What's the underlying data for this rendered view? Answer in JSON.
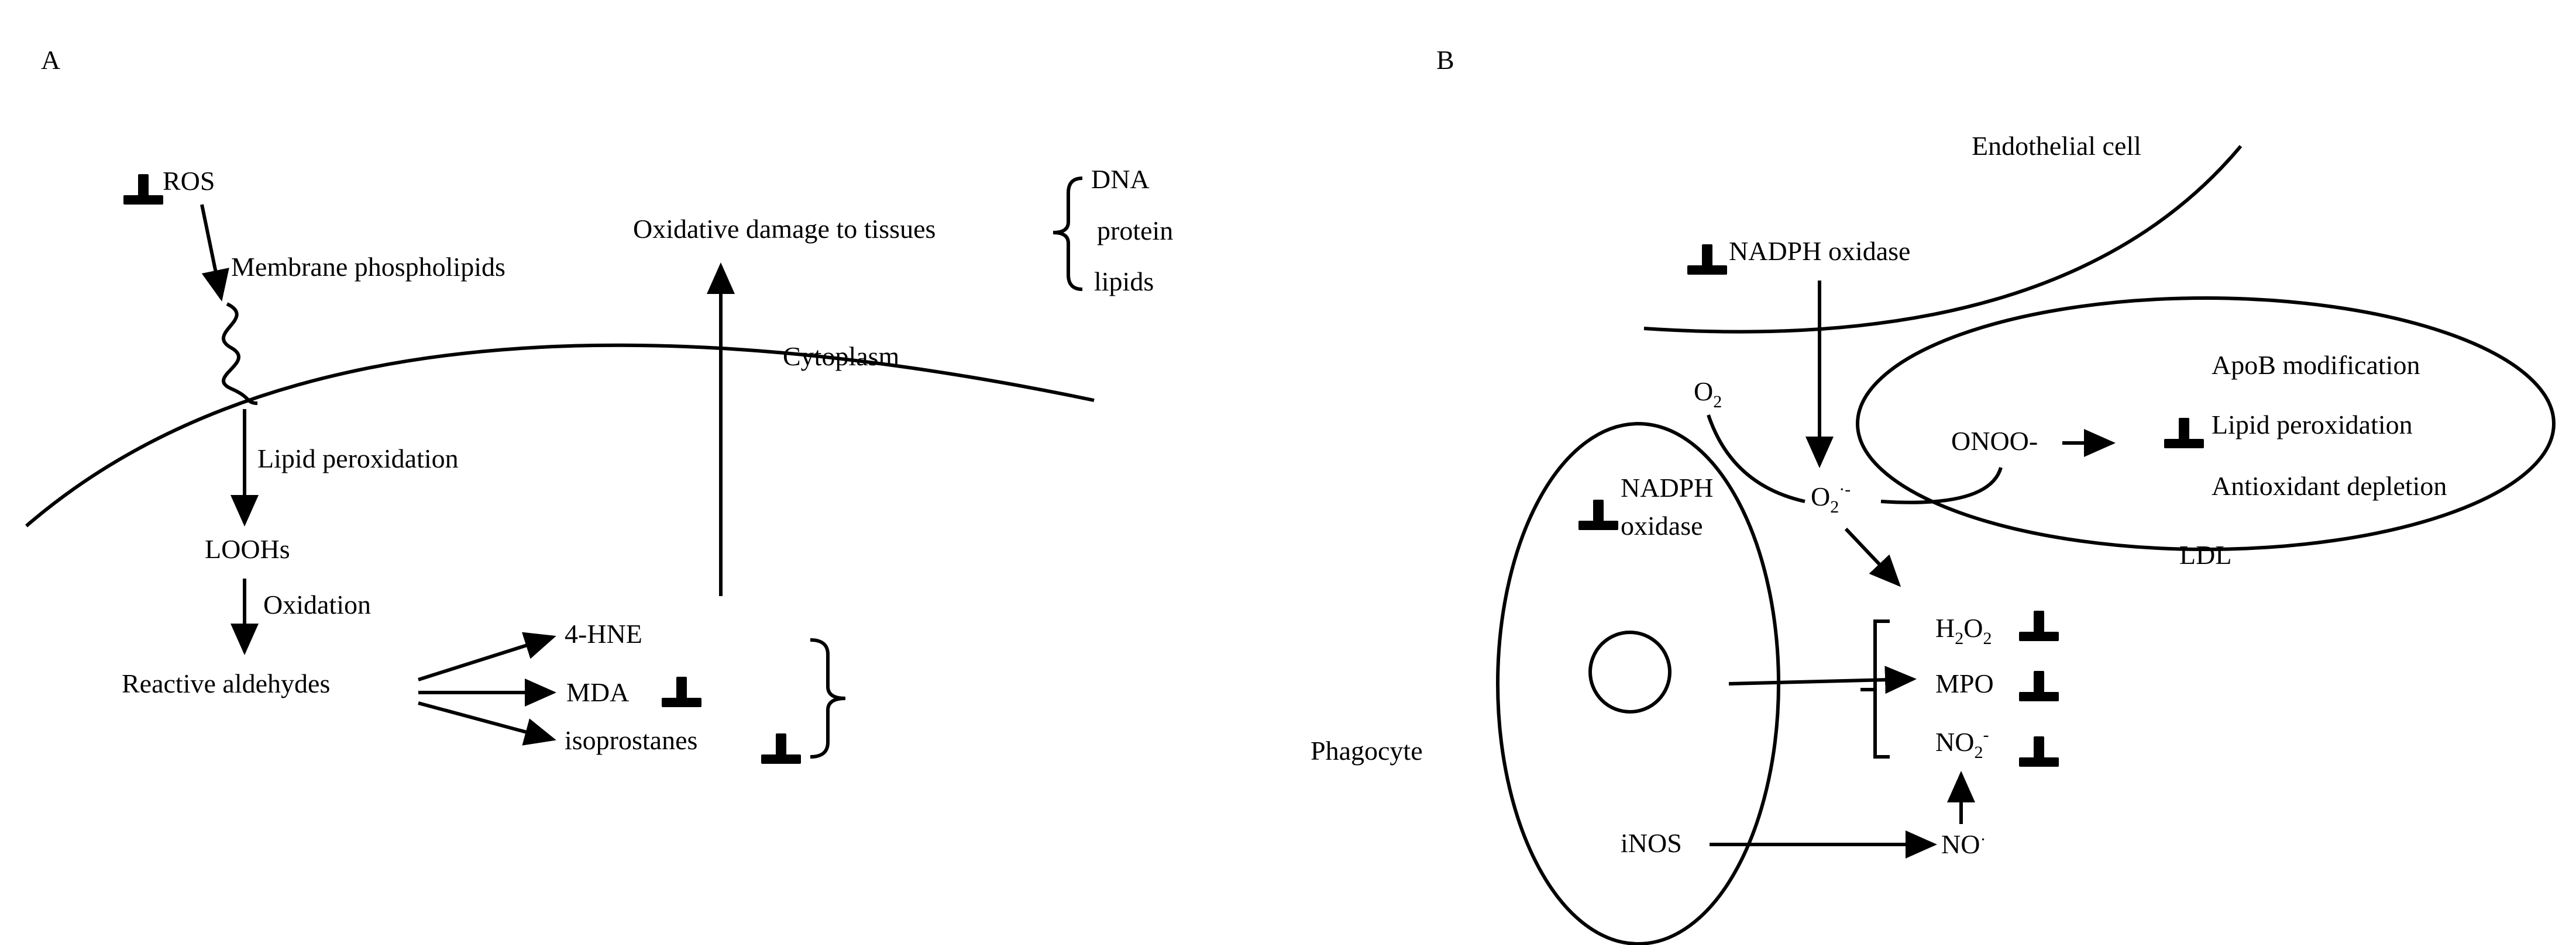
{
  "colors": {
    "inhibitor": "#e8313b",
    "line": "#000000",
    "background": "#ffffff"
  },
  "icons": {
    "inhibitor": "inhibitor-t-icon"
  },
  "panel_a": {
    "label": "A",
    "ros": "ROS",
    "membrane_phospholipids": "Membrane phospholipids",
    "oxidative_damage": "Oxidative damage to tissues",
    "dna": "DNA",
    "protein": "protein",
    "lipids": "lipids",
    "cytoplasm": "Cytoplasm",
    "lipid_peroxidation": "Lipid peroxidation",
    "loohs": "LOOHs",
    "oxidation": "Oxidation",
    "reactive_aldehydes": "Reactive aldehydes",
    "hne": "4-HNE",
    "mda": "MDA",
    "isoprostanes": "isoprostanes"
  },
  "panel_b": {
    "label": "B",
    "endothelial_cell": "Endothelial cell",
    "nadph_oxidase_endothelial": "NADPH oxidase",
    "o2": "O",
    "o2_sub": "2",
    "superoxide": "O",
    "superoxide_sub": "2",
    "superoxide_sup": "·-",
    "onoo": "ONOO-",
    "apob_modification": "ApoB modification",
    "lipid_peroxidation": "Lipid peroxidation",
    "antioxidant_depletion": "Antioxidant depletion",
    "ldl": "LDL",
    "nadph_line1": "NADPH",
    "nadph_line2": "oxidase",
    "h2o2_h": "H",
    "h2o2_sub": "2",
    "h2o2_o": "O",
    "h2o2_sub2": "2",
    "mpo": "MPO",
    "no2": "NO",
    "no2_sub": "2",
    "no2_sup": "-",
    "phagocyte": "Phagocyte",
    "inos": "iNOS",
    "no_radical": "NO",
    "no_radical_sup": "·"
  }
}
